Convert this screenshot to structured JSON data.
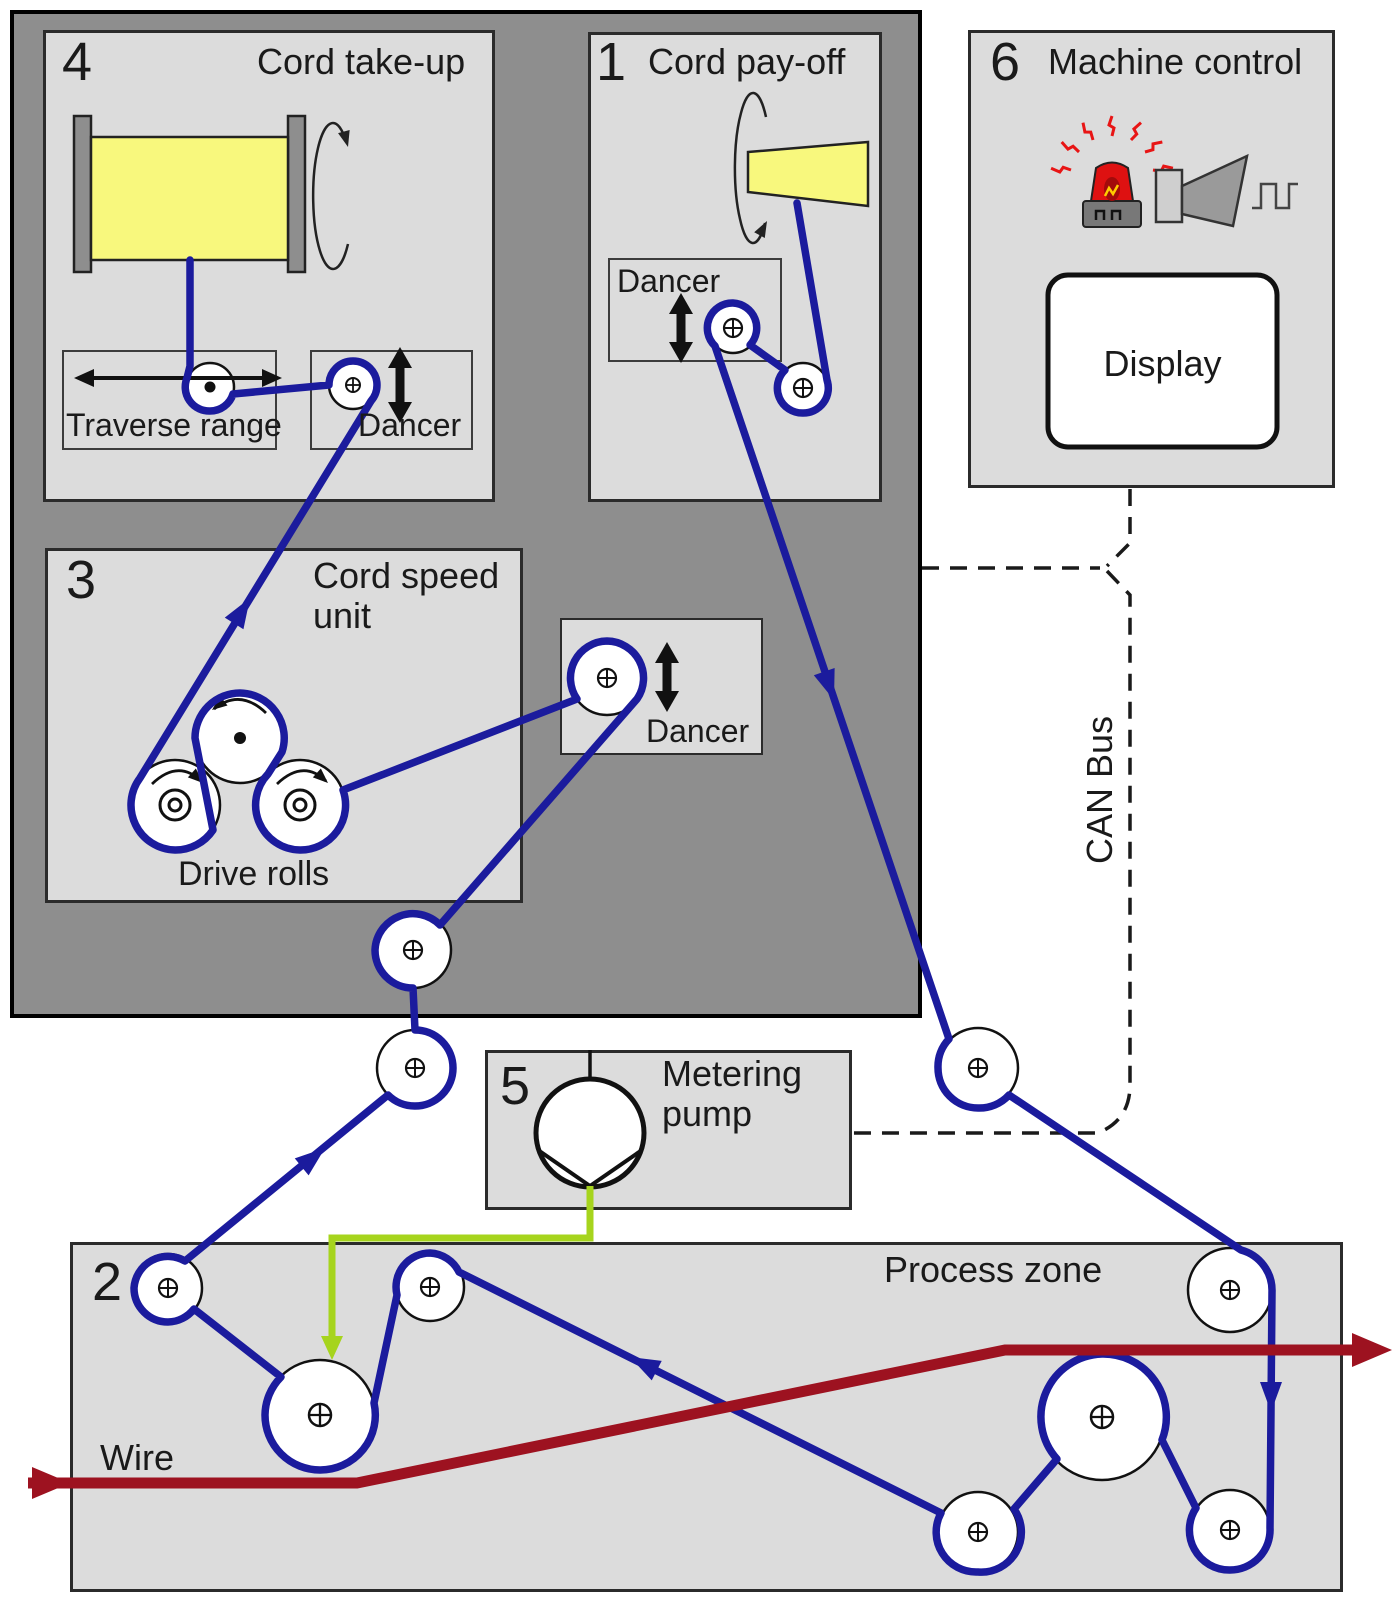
{
  "colors": {
    "cord_blue": "#1b1b9d",
    "wire_red": "#9d1220",
    "pump_flow_green": "#a6d41d",
    "panel_gray": "#dcdcdc",
    "frame_gray": "#8e8e8e",
    "spool_yellow": "#f8f87d",
    "alarm_red": "#e01212"
  },
  "sections": {
    "cord_payoff": {
      "number": "1",
      "title": "Cord pay-off",
      "dancer_label": "Dancer"
    },
    "process_zone": {
      "number": "2",
      "title": "Process zone",
      "wire_label": "Wire"
    },
    "cord_speed_unit": {
      "number": "3",
      "title_line1": "Cord speed",
      "title_line2": "unit",
      "drive_rolls_label": "Drive rolls"
    },
    "cord_takeup": {
      "number": "4",
      "title": "Cord take-up",
      "traverse_label": "Traverse range",
      "dancer_label": "Dancer"
    },
    "metering_pump": {
      "number": "5",
      "title_line1": "Metering",
      "title_line2": "pump"
    },
    "machine_control": {
      "number": "6",
      "title": "Machine control",
      "display_label": "Display"
    },
    "mid_dancer": {
      "label": "Dancer"
    }
  },
  "bus": {
    "label": "CAN Bus"
  },
  "icons": {
    "alarm": "alarm-beacon-icon",
    "horn": "horn-icon",
    "pulse": "pulse-wave-icon",
    "rotation": "rotation-arrow-icon",
    "dancer_motion": "dancer-motion-arrow-icon",
    "traverse_motion": "traverse-motion-arrow-icon"
  }
}
